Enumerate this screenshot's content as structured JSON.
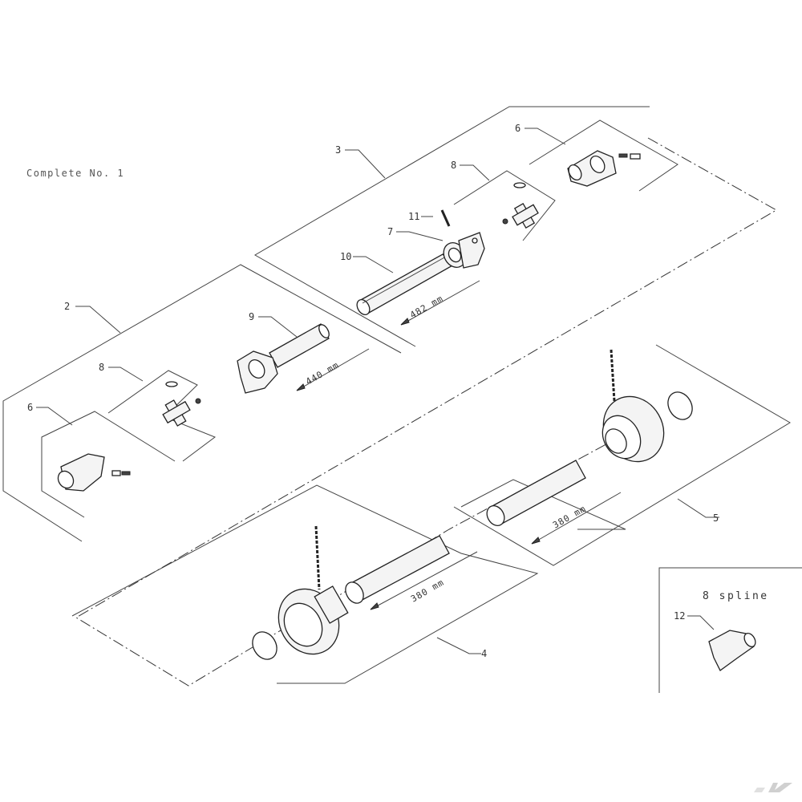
{
  "diagram": {
    "caption": "Complete No. 1",
    "inset_caption": "8 spline",
    "callouts": {
      "c2": "2",
      "c3": "3",
      "c4": "4",
      "c5": "5",
      "c6_left": "6",
      "c6_right": "6",
      "c7": "7",
      "c8_left": "8",
      "c8_right": "8",
      "c9": "9",
      "c10": "10",
      "c11": "11",
      "c12": "12"
    },
    "dimensions": {
      "inner_tube_length": "440 mm",
      "outer_tube_length": "482 mm",
      "guard_tube_lower": "380 mm",
      "guard_tube_upper": "380 mm"
    }
  }
}
